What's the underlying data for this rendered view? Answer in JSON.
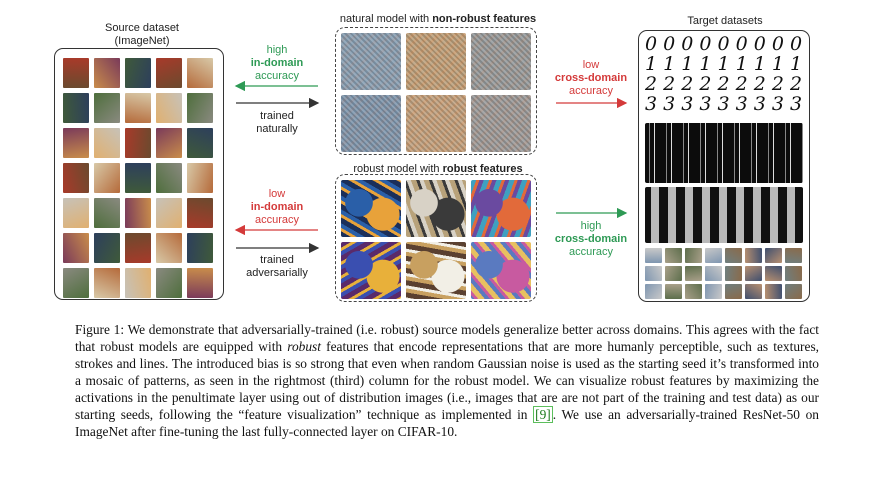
{
  "source": {
    "title_line1": "Source dataset",
    "title_line2": "(ImageNet)"
  },
  "natural_model": {
    "title_plain": "natural model with ",
    "title_bold": "non-robust features"
  },
  "robust_model": {
    "title_plain": "robust model with ",
    "title_bold": "robust features"
  },
  "target": {
    "title": "Target datasets",
    "digit_rows": [
      "0 0 0 0 0 0 0 0 0",
      "1 1 1 1 1 1 1 1 1",
      "2 2 2 2 2 2 2 2 2",
      "3 3 3 3 3 3 3 3 3"
    ]
  },
  "arrows": {
    "top_left": {
      "line1": "high",
      "line2": "in-domain",
      "line3": "accuracy"
    },
    "top_left_below": {
      "line1": "trained",
      "line2": "naturally"
    },
    "top_right": {
      "line1": "low",
      "line2": "cross-domain",
      "line3": "accuracy"
    },
    "bottom_left": {
      "line1": "low",
      "line2": "in-domain",
      "line3": "accuracy"
    },
    "bottom_left_below": {
      "line1": "trained",
      "line2": "adversarially"
    },
    "bottom_right": {
      "line1": "high",
      "line2": "cross-domain",
      "line3": "accuracy"
    }
  },
  "colors": {
    "green": "#2e9a55",
    "red": "#d43a3a",
    "dark": "#333333"
  },
  "caption": {
    "p1": "Figure 1: We demonstrate that adversarially-trained (i.e. robust) source models generalize better across domains. This agrees with the fact that robust models are equipped with ",
    "p1_em": "robust",
    "p2": " features that encode representations that are more humanly perceptible, such as textures, strokes and lines. The introduced bias is so strong that even when random Gaussian noise is used as the starting seed it’s transformed into a mosaic of patterns, as seen in the rightmost (third) column for the robust model. We can visualize robust features by maximizing the activations in the penultimate layer using out of distribution images (i.e., images that are are not part of the training and test data) as our starting seeds, following the “feature visualization” technique as implemented in ",
    "cite": "[9]",
    "p3": ". We use an adversarially-trained ResNet-50 on ImageNet after fine-tuning the last fully-connected layer on CIFAR-10."
  }
}
